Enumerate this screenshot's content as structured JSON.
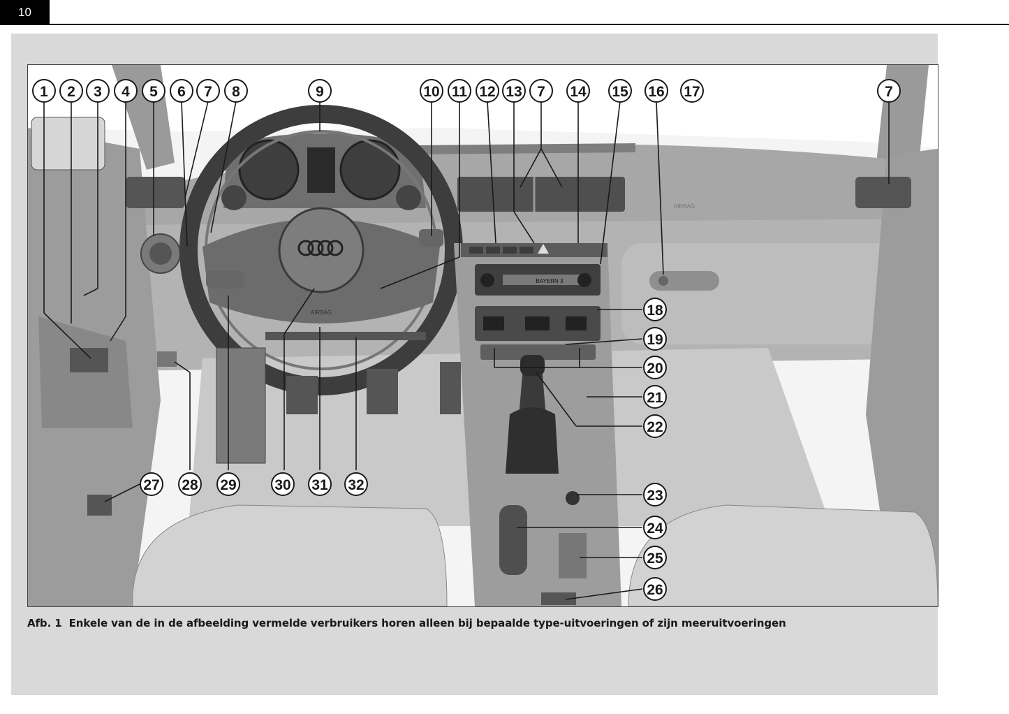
{
  "page": {
    "number": "10"
  },
  "figure": {
    "label": "Afb. 1",
    "caption": "Enkele van de in de afbeelding vermelde verbruikers horen alleen bij bepaalde type-uitvoeringen of zijn meeruitvoeringen",
    "image_text": {
      "airbag_wheel": "AIRBAG",
      "airbag_dash": "AIRBAG",
      "radio_display": "BAYERN 3"
    },
    "callouts": [
      "1",
      "2",
      "3",
      "4",
      "5",
      "6",
      "7",
      "8",
      "9",
      "10",
      "11",
      "12",
      "13",
      "7",
      "14",
      "15",
      "16",
      "17",
      "7",
      "18",
      "19",
      "20",
      "21",
      "22",
      "23",
      "24",
      "25",
      "26",
      "27",
      "28",
      "29",
      "30",
      "31",
      "32"
    ]
  }
}
